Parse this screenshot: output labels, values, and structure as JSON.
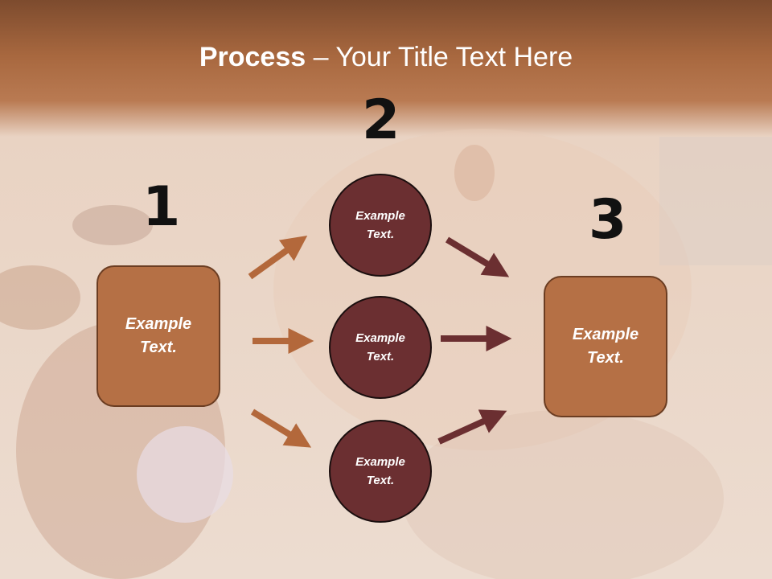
{
  "title": {
    "bold": "Process",
    "dash": " – ",
    "rest": "Your Title Text Here"
  },
  "steps": [
    {
      "number": "1",
      "text": "Example\nText."
    },
    {
      "number": "2",
      "text": "Example\nText."
    },
    {
      "number": "3",
      "text": "Example\nText."
    }
  ],
  "circles": [
    {
      "text": "Example\nText."
    },
    {
      "text": "Example\nText."
    },
    {
      "text": "Example\nText."
    }
  ],
  "colors": {
    "box_fill": "#b57045",
    "circle_fill": "#6b2f31",
    "arrow_light": "#b3683b",
    "arrow_dark": "#6b2f31",
    "header": "#a8683f"
  }
}
